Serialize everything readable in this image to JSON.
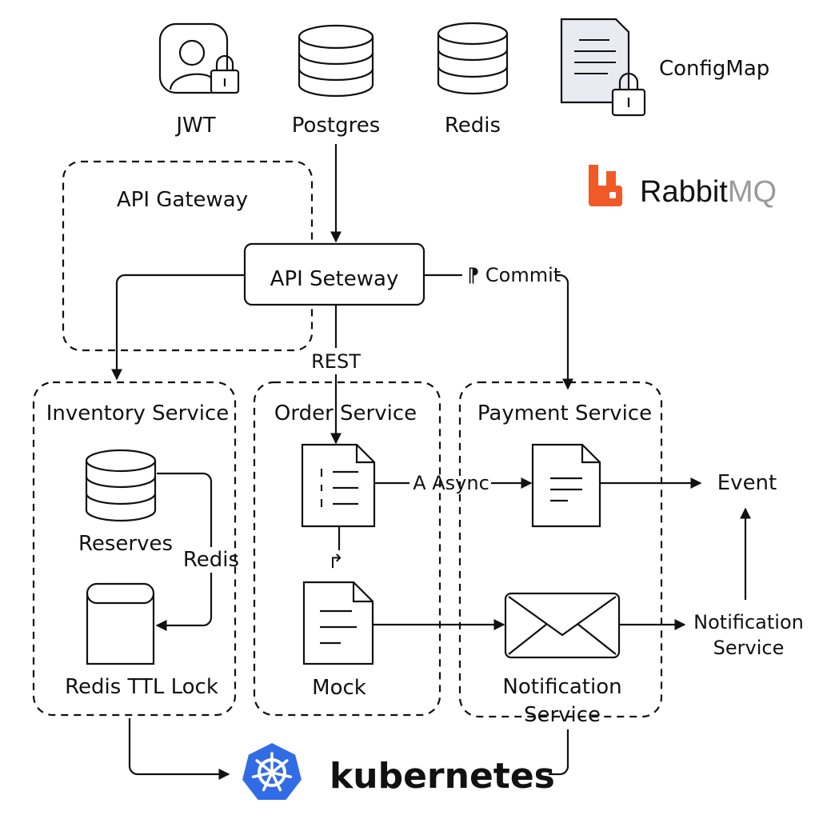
{
  "colors": {
    "line": "#111111",
    "rabbitmq_brand": "#f05a28",
    "rabbitmq_mq": "#9a9a9a",
    "kubernetes_brand": "#326ce5",
    "configmap_fill": "#e8ebf2"
  },
  "icons": {
    "jwt": "user-lock-icon",
    "postgres": "database-icon",
    "redis": "database-icon",
    "configmap": "document-lock-icon",
    "rabbitmq": "rabbitmq-logo",
    "kubernetes": "kubernetes-helm-logo"
  },
  "top": {
    "jwt_label": "JWT",
    "postgres_label": "Postgres",
    "redis_label": "Redis",
    "configmap_label": "ConfigMap"
  },
  "rabbitmq": {
    "rabbit": "Rabbit",
    "mq": "MQ"
  },
  "gateway": {
    "group_label": "API Gateway",
    "box_label": "API Seteway",
    "commit_label": "⁋ Commit",
    "rest_label": "REST"
  },
  "inventory": {
    "title": "Inventory Service",
    "reserves_label": "Reserves",
    "redis_label": "Redis",
    "lock_label": "Redis TTL Lock"
  },
  "order": {
    "title": "Order Service",
    "mock_label": "Mock",
    "mini_arrow": "↱"
  },
  "payment": {
    "title": "Payment Service",
    "async_label": "A Async",
    "notification_line1": "Notification",
    "notification_line2": "Service"
  },
  "right": {
    "event_label": "Event",
    "notification_line1": "Notification",
    "notification_line2": "Service"
  },
  "kubernetes": {
    "label": "kubernetes"
  }
}
